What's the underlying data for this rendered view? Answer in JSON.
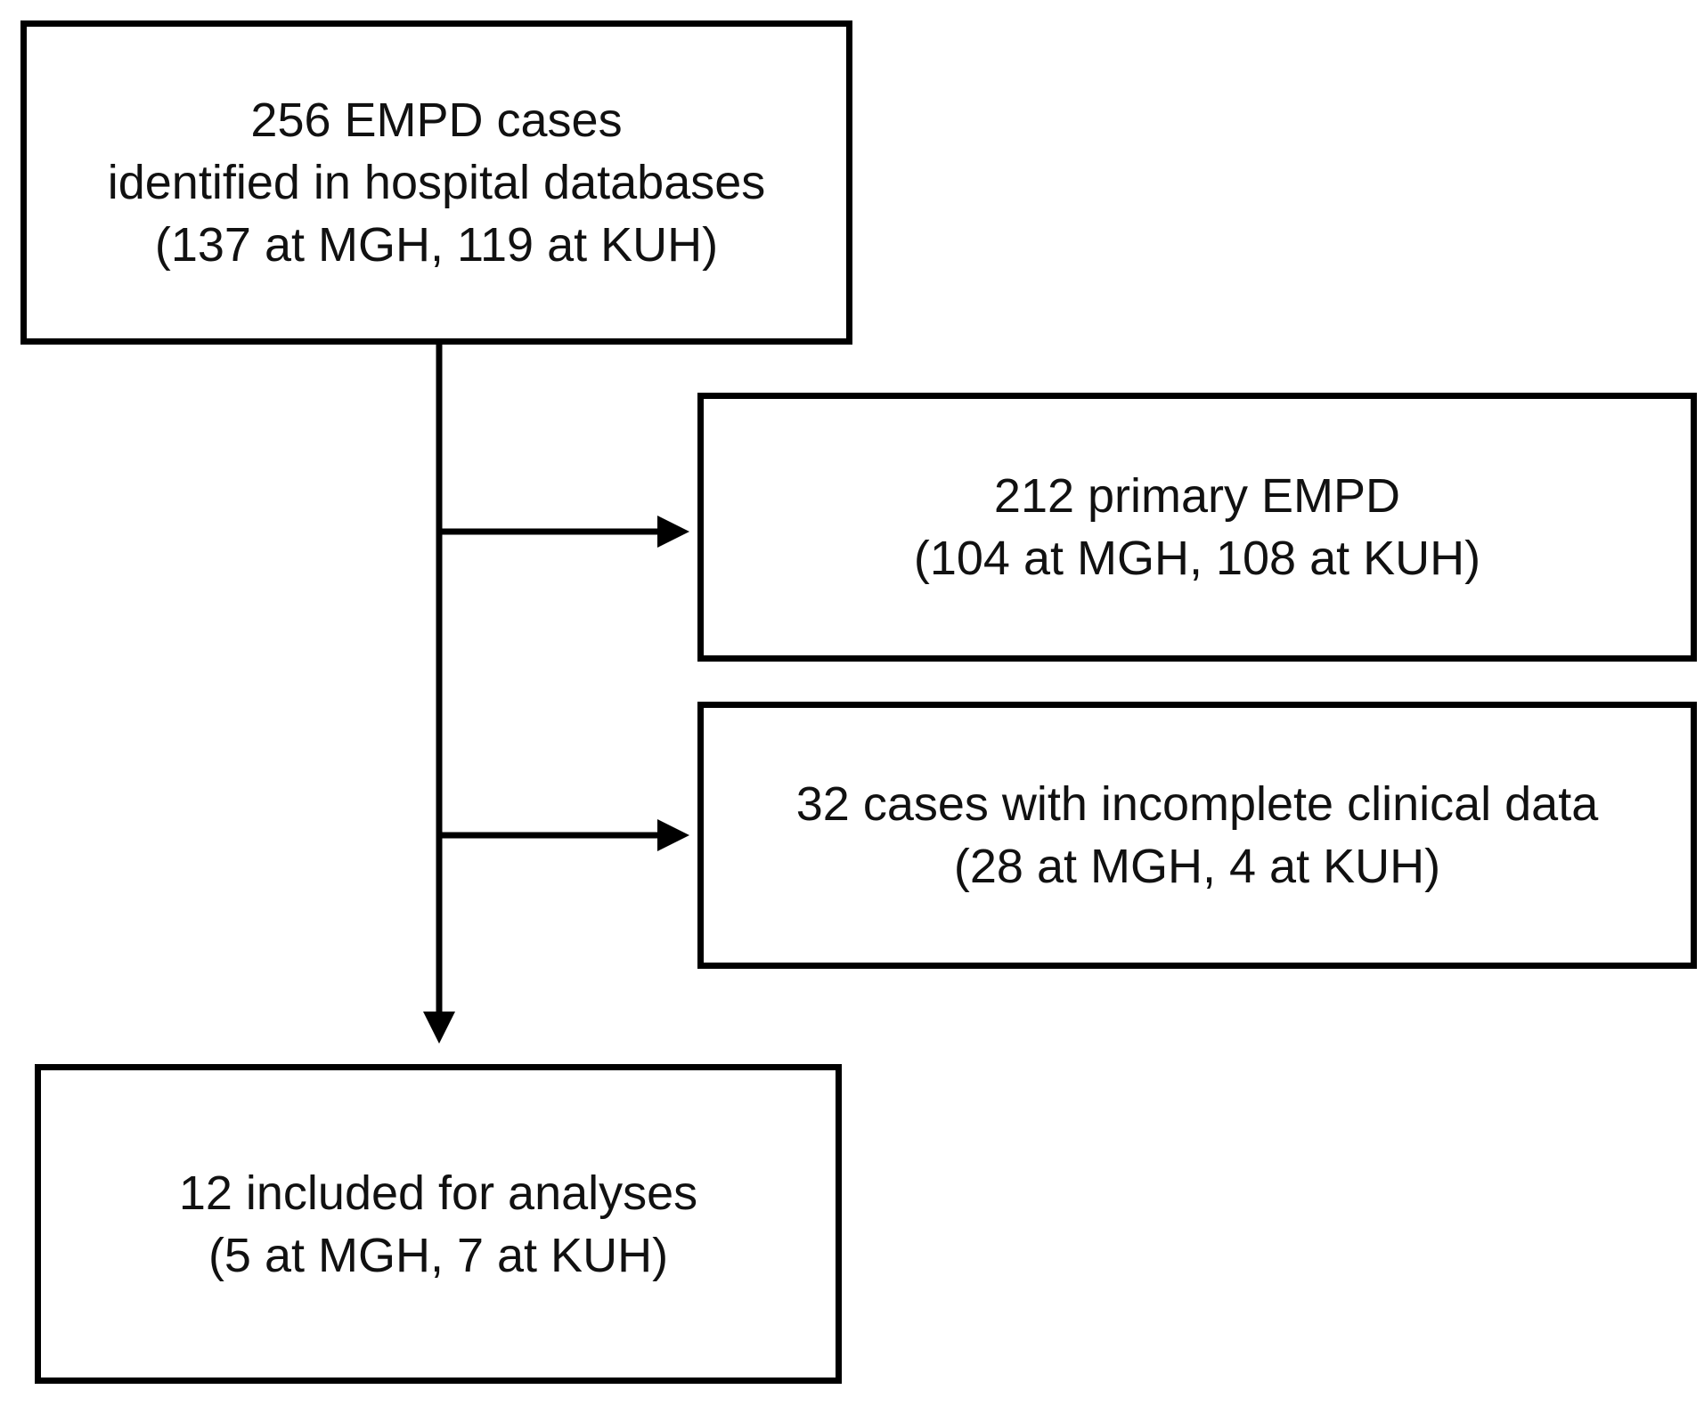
{
  "figure": {
    "type": "flowchart",
    "background": "#ffffff",
    "line_color": "#000000",
    "text_color": "#111111",
    "boxes": [
      {
        "name": "total-cases",
        "lines": [
          "256 EMPD cases",
          "identified in hospital databases",
          "(137 at MGH, 119 at KUH)"
        ]
      },
      {
        "name": "primary-empd",
        "lines": [
          "212 primary EMPD",
          "(104 at MGH, 108 at KUH)"
        ]
      },
      {
        "name": "incomplete-clinical-data",
        "lines": [
          "32 cases with incomplete clinical data",
          "(28 at MGH, 4 at KUH)"
        ]
      },
      {
        "name": "included-for-analyses",
        "lines": [
          "12 included for analyses",
          "(5 at MGH, 7 at KUH)"
        ]
      }
    ]
  }
}
